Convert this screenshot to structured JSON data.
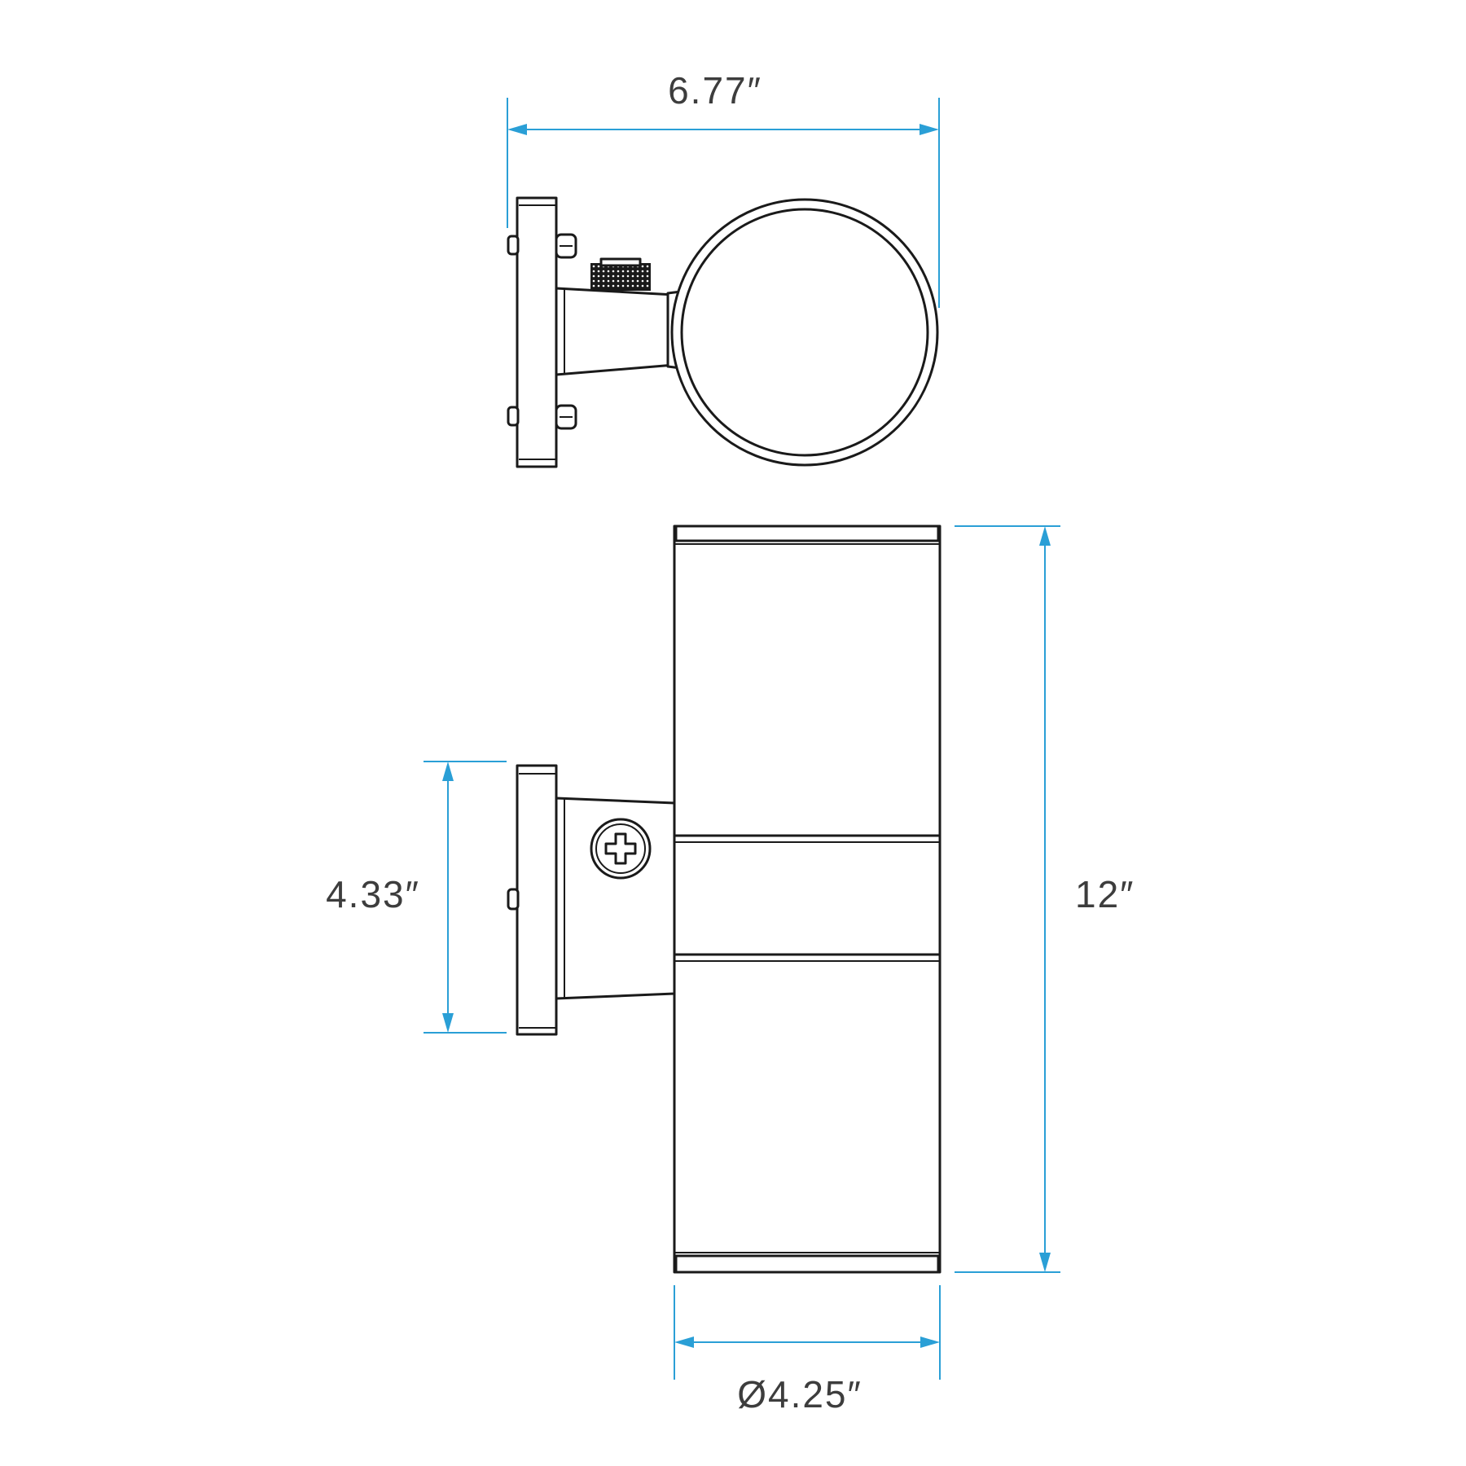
{
  "dimensions": {
    "overall_depth": "6.77″",
    "backplate_height": "4.33″",
    "overall_height": "12″",
    "diameter": "Ø4.25″"
  },
  "colors": {
    "dimension_line": "#2a9fd6",
    "outline": "#1a1a1a",
    "background": "#ffffff"
  }
}
